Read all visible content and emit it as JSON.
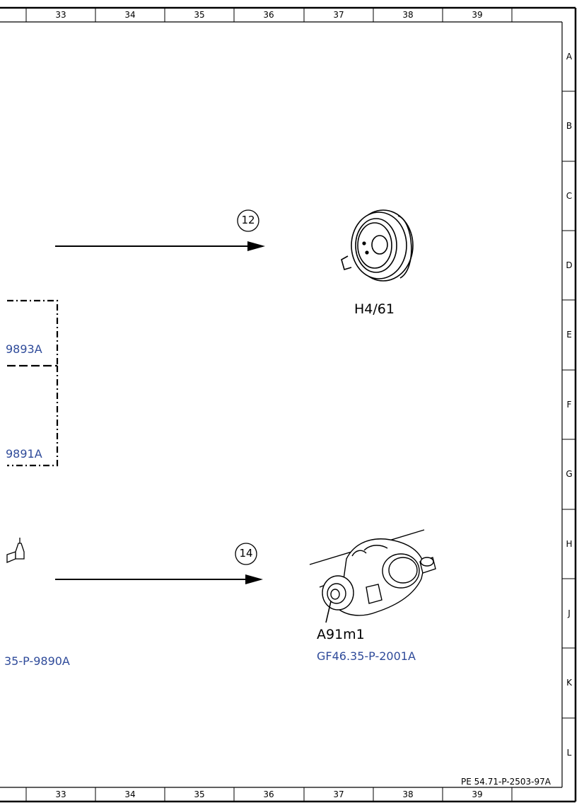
{
  "frame": {
    "columns": [
      "33",
      "34",
      "35",
      "36",
      "37",
      "38",
      "39"
    ],
    "rows": [
      "A",
      "B",
      "C",
      "D",
      "E",
      "F",
      "G",
      "H",
      "J",
      "K",
      "L"
    ]
  },
  "callouts": {
    "c12": "12",
    "c14": "14"
  },
  "components": {
    "h4": "H4/61",
    "a91": "A91m1",
    "a91_ref": "GF46.35-P-2001A"
  },
  "refs": {
    "r9893": "9893A",
    "r9891": "9891A",
    "r9890": "35-P-9890A"
  },
  "doc_id": "PE 54.71-P-2503-97A",
  "colors": {
    "link": "#2f4b9a",
    "line": "#000000"
  }
}
